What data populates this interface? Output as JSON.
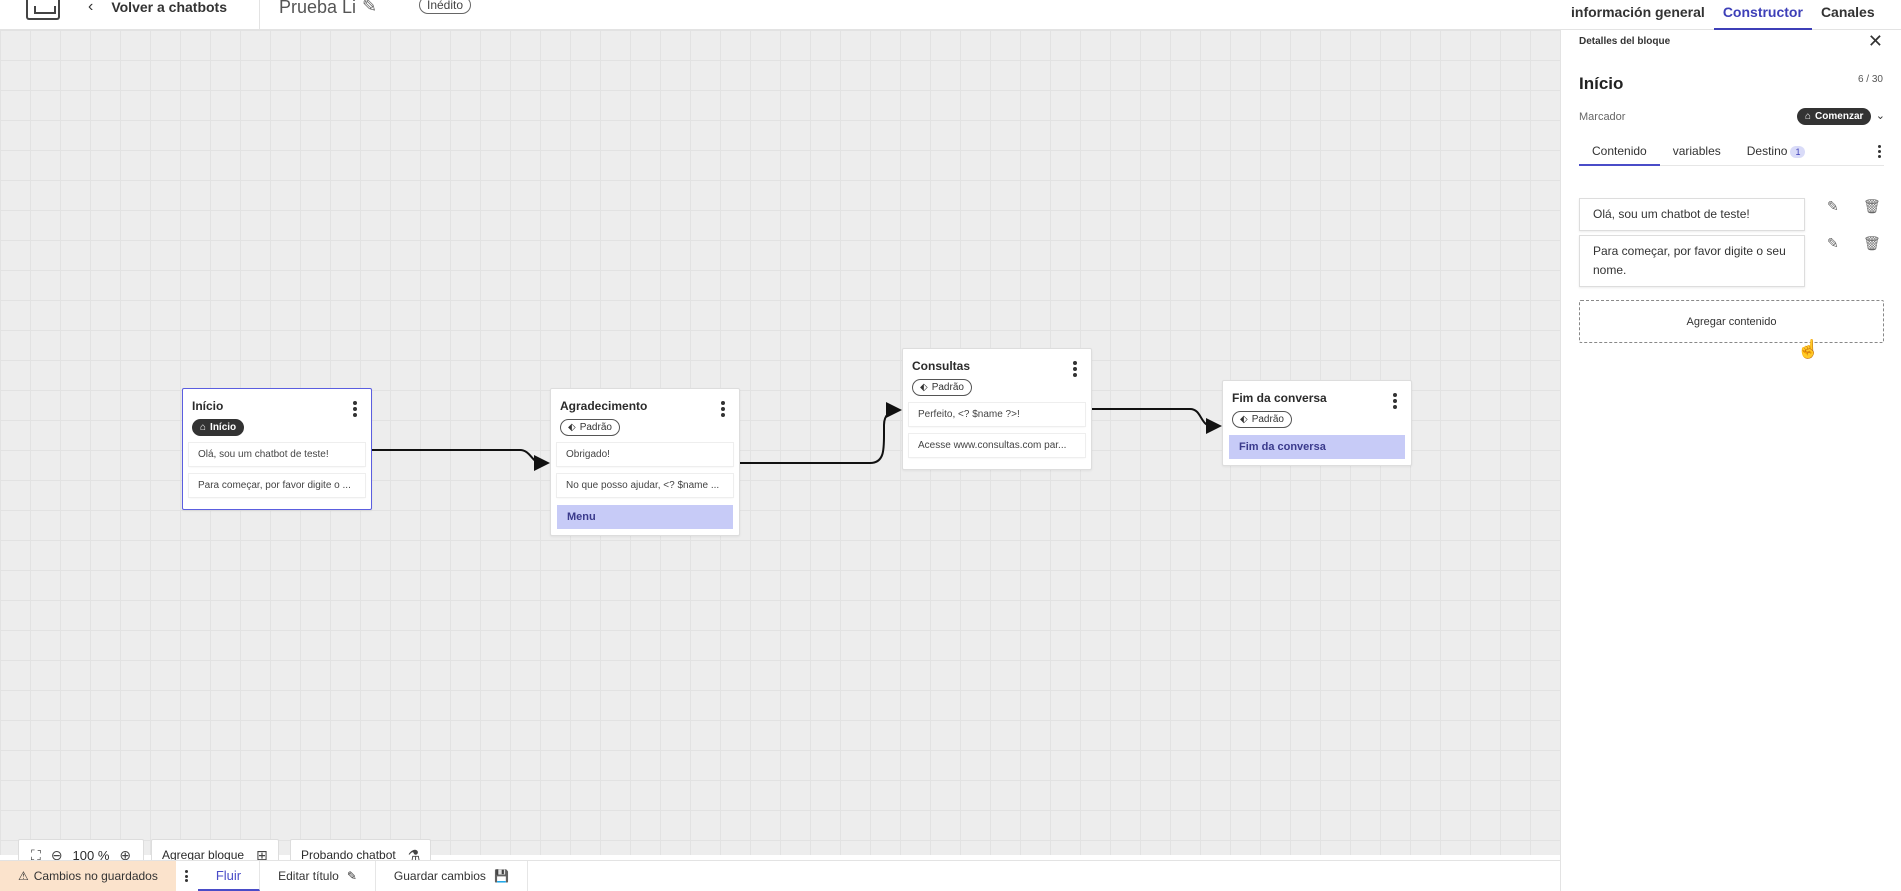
{
  "topbar": {
    "back_label": "Volver a chatbots",
    "bot_title": "Prueba Li",
    "status_badge": "Inédito",
    "tabs": [
      {
        "label": "información general"
      },
      {
        "label": "Constructor"
      },
      {
        "label": "Canales"
      }
    ]
  },
  "canvas": {
    "blocks": [
      {
        "title": "Início",
        "tag": "Início",
        "messages": [
          "Olá, sou um chatbot de teste!",
          "Para começar, por favor digite o ..."
        ]
      },
      {
        "title": "Agradecimento",
        "tag": "Padrão",
        "messages": [
          "Obrigado!",
          "No que posso ajudar, <? $name ..."
        ],
        "action": "Menu"
      },
      {
        "title": "Consultas",
        "tag": "Padrão",
        "messages": [
          "Perfeito, <? $name ?>!",
          "Acesse www.consultas.com par..."
        ]
      },
      {
        "title": "Fim da conversa",
        "tag": "Padrão",
        "action": "Fim da conversa"
      }
    ],
    "zoom": "100 %",
    "add_block_label": "Agregar bloque",
    "test_label": "Probando chatbot"
  },
  "panel": {
    "header": "Detalles del bloque",
    "block_name": "Início",
    "char_count": "6 / 30",
    "marker_label": "Marcador",
    "marker_value": "Comenzar",
    "tabs": [
      {
        "label": "Contenido"
      },
      {
        "label": "variables"
      },
      {
        "label": "Destino",
        "count": "1"
      }
    ],
    "contents": [
      "Olá, sou um chatbot de teste!",
      "Para começar, por favor digite o seu nome."
    ],
    "add_content_label": "Agregar contenido"
  },
  "bottombar": {
    "unsaved": "Cambios no guardados",
    "flow": "Fluir",
    "edit_title": "Editar título",
    "save": "Guardar cambios"
  },
  "colors": {
    "accent": "#3d3fb8",
    "menu_item_bg": "#c7cbf7",
    "warning_bg": "#fbe3cc"
  }
}
